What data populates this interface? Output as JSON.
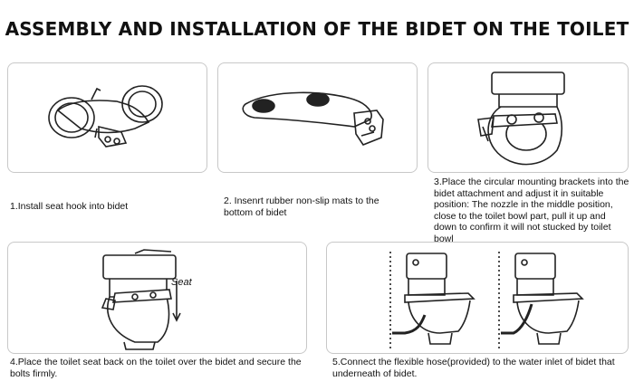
{
  "title": "ASSEMBLY AND INSTALLATION OF THE BIDET ON THE TOILET",
  "steps": [
    {
      "text": "1.Install seat hook into bidet"
    },
    {
      "text": "2. Insenrt rubber non-slip mats to the bottom of bidet"
    },
    {
      "text": "3.Place the circular mounting brackets into the bidet attachment and adjust it in suitable position: The nozzle in the middle position, close to the toilet bowl part, pull it up and down to confirm it will not stucked by toilet bowl"
    },
    {
      "text": "4.Place the toilet seat back on the toilet over the bidet and secure the bolts firmly."
    },
    {
      "text": "5.Connect the flexible hose(provided) to the water inlet of bidet that underneath of bidet."
    }
  ],
  "labels": {
    "seat": "Seat"
  }
}
